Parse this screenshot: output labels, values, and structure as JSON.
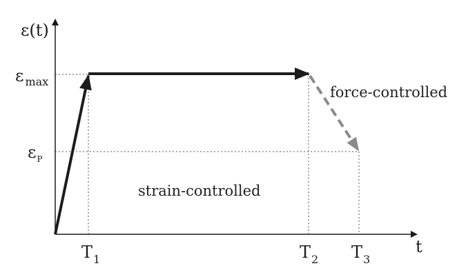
{
  "axes": {
    "y_label": "ε(t)",
    "x_label": "t"
  },
  "y_ticks": [
    {
      "base": "ε",
      "sub": "max"
    },
    {
      "base": "ε",
      "sub": "P"
    }
  ],
  "x_ticks": [
    {
      "base": "T",
      "sub": "1"
    },
    {
      "base": "T",
      "sub": "2"
    },
    {
      "base": "T",
      "sub": "3"
    }
  ],
  "regions": {
    "strain": "strain-controlled",
    "force": "force-controlled"
  },
  "colors": {
    "solid_path": "#1c1c1c",
    "dashed_path": "#8a8a8a",
    "guide_lines": "#555555",
    "axis": "#1a1a1a"
  }
}
